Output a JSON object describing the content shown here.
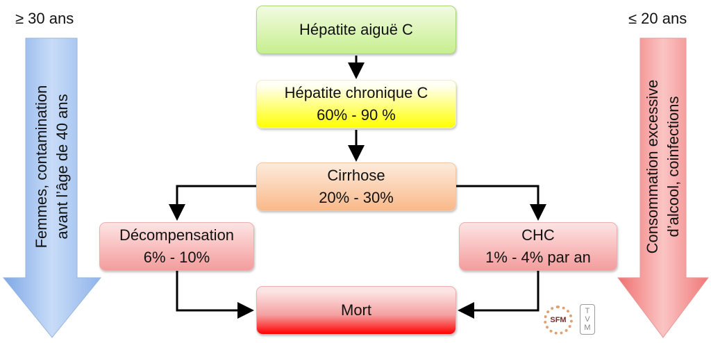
{
  "left_arrow": {
    "top_label": "≥ 30 ans",
    "lines": [
      "Femmes, contamination",
      "avant l’âge de 40 ans"
    ],
    "color": "#9cc0f0"
  },
  "right_arrow": {
    "top_label": "≤ 20 ans",
    "lines": [
      "Consommation excessive",
      "d’alcool, coinfections"
    ],
    "color": "#f48a8a"
  },
  "nodes": {
    "acute": {
      "title": "Hépatite aiguë C"
    },
    "chronic": {
      "title": "Hépatite chronique C",
      "value": "60% - 90 %"
    },
    "cirrhosis": {
      "title": "Cirrhose",
      "value": "20% - 30%"
    },
    "decompensation": {
      "title": "Décompensation",
      "value": "6% - 10%"
    },
    "chc": {
      "title": "CHC",
      "value": "1% - 4% par an"
    },
    "death": {
      "title": "Mort"
    }
  },
  "logos": {
    "sfm": "SFM",
    "tvm": "TVM"
  }
}
